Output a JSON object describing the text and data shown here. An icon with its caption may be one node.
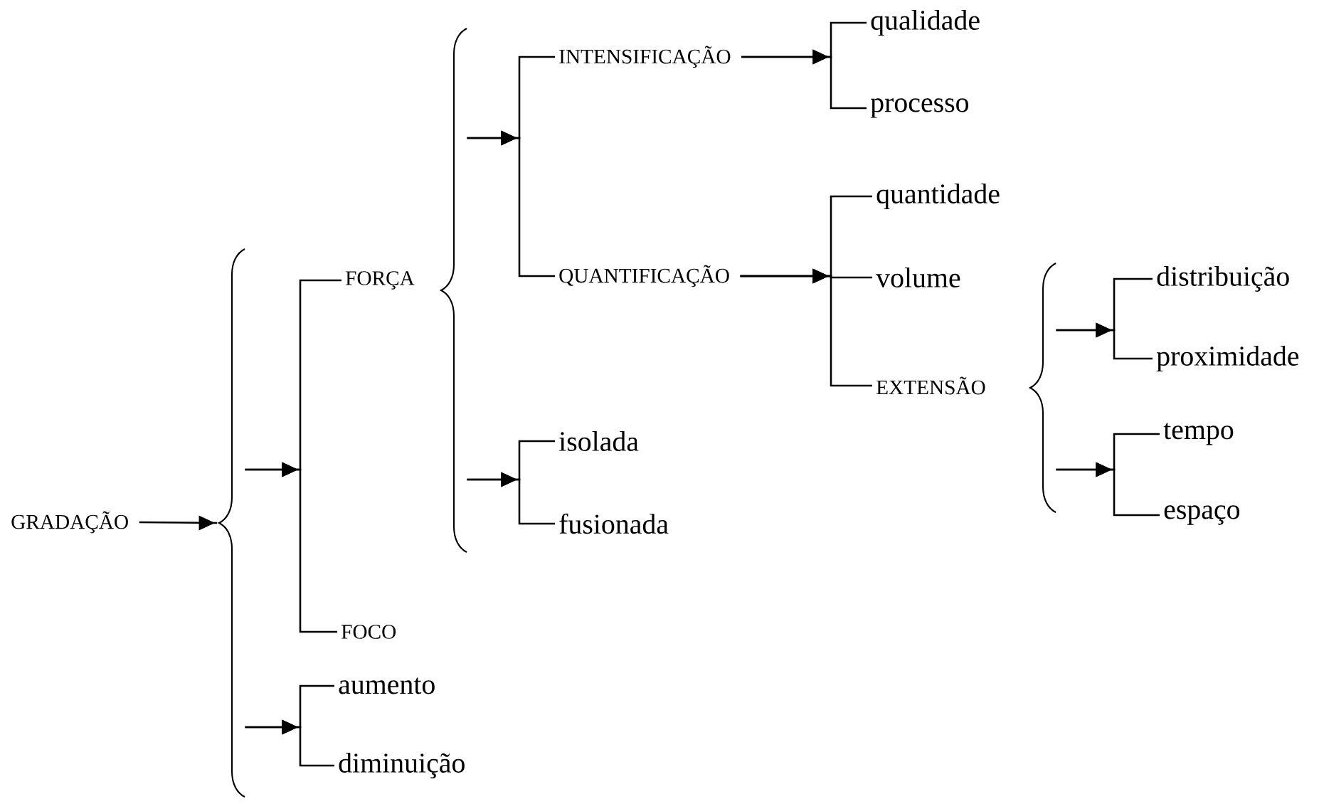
{
  "diagram": {
    "nodes": [
      {
        "text": [
          "GRADAÇÃO"
        ]
      },
      {
        "text": [
          "FORÇA"
        ]
      },
      {
        "text": [
          "INTENSIFICAÇÃO"
        ]
      },
      {
        "text": [
          "qualidade"
        ]
      },
      {
        "text": [
          "processo"
        ]
      },
      {
        "text": [
          "QUANTIFICAÇÃO"
        ]
      },
      {
        "text": [
          "quantidade"
        ]
      },
      {
        "text": [
          "volume"
        ]
      },
      {
        "text": [
          "EXTENSÃO"
        ]
      },
      {
        "text": [
          "distribuição"
        ]
      },
      {
        "text": [
          "proximidade"
        ]
      },
      {
        "text": [
          "tempo"
        ]
      },
      {
        "text": [
          "espaço"
        ]
      },
      {
        "text": [
          "isolada"
        ]
      },
      {
        "text": [
          "fusionada"
        ]
      },
      {
        "text": [
          "FOCO"
        ]
      },
      {
        "text": [
          "aumento"
        ]
      },
      {
        "text": [
          "diminuição"
        ]
      },
      {
        "text": [],
        "shape": "brace"
      },
      {
        "text": [],
        "shape": "brace"
      },
      {
        "text": [],
        "shape": "brace"
      }
    ],
    "edges": [
      {
        "from": 0,
        "to": 18,
        "arrow": "to"
      },
      {
        "from": 18,
        "to": 1,
        "arrow": "to"
      },
      {
        "from": 18,
        "to": 15,
        "arrow": "to"
      },
      {
        "from": 18,
        "to": 16,
        "arrow": "to"
      },
      {
        "from": 18,
        "to": 17,
        "arrow": "to"
      },
      {
        "from": 19,
        "to": 2,
        "arrow": "to"
      },
      {
        "from": 19,
        "to": 5,
        "arrow": "to"
      },
      {
        "from": 19,
        "to": 13,
        "arrow": "to"
      },
      {
        "from": 19,
        "to": 14,
        "arrow": "to"
      },
      {
        "from": 2,
        "to": 3,
        "arrow": "to"
      },
      {
        "from": 2,
        "to": 4,
        "arrow": "to"
      },
      {
        "from": 5,
        "to": 6,
        "arrow": "to"
      },
      {
        "from": 5,
        "to": 7,
        "arrow": "to"
      },
      {
        "from": 5,
        "to": 8,
        "arrow": "to"
      },
      {
        "from": 20,
        "to": 9,
        "arrow": "to"
      },
      {
        "from": 20,
        "to": 10,
        "arrow": "to"
      },
      {
        "from": 20,
        "to": 11,
        "arrow": "to"
      },
      {
        "from": 20,
        "to": 12,
        "arrow": "to"
      }
    ]
  }
}
